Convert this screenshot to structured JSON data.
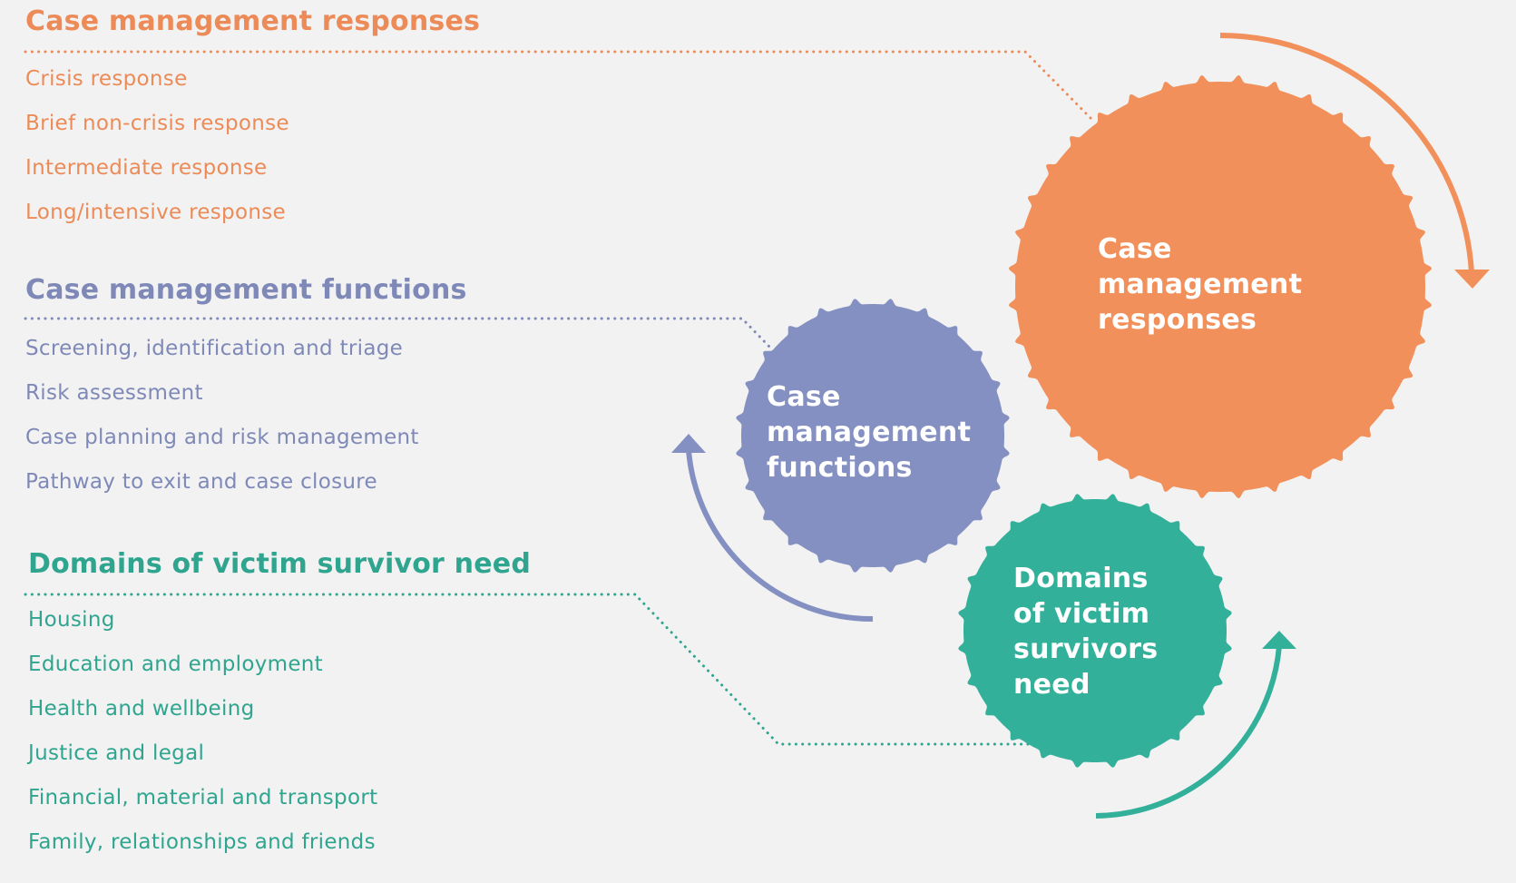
{
  "colors": {
    "background": "#f2f2f2",
    "responses": "#f2905b",
    "functions": "#8590c2",
    "domains": "#32b09a",
    "responses_text": "#ec8b58",
    "functions_text": "#7f89b8",
    "domains_text": "#2fa58f"
  },
  "sections": {
    "responses": {
      "heading": "Case management responses",
      "items": [
        "Crisis response",
        "Brief non-crisis response",
        "Intermediate response",
        "Long/intensive response"
      ]
    },
    "functions": {
      "heading": "Case management functions",
      "items": [
        "Screening, identification and triage",
        "Risk assessment",
        "Case planning and risk management",
        "Pathway to exit and case closure"
      ]
    },
    "domains": {
      "heading": "Domains of victim survivor need",
      "items": [
        "Housing",
        "Education and employment",
        "Health and wellbeing",
        "Justice and legal",
        "Financial, material and transport",
        "Family, relationships and friends"
      ]
    }
  },
  "circles": {
    "responses": {
      "lines": [
        "Case",
        "management",
        "responses"
      ]
    },
    "functions": {
      "lines": [
        "Case",
        "management",
        "functions"
      ]
    },
    "domains": {
      "lines": [
        "Domains",
        "of victim",
        "survivors",
        "need"
      ]
    }
  },
  "cycle": {
    "direction": "clockwise",
    "order": [
      "responses",
      "domains",
      "functions"
    ]
  }
}
